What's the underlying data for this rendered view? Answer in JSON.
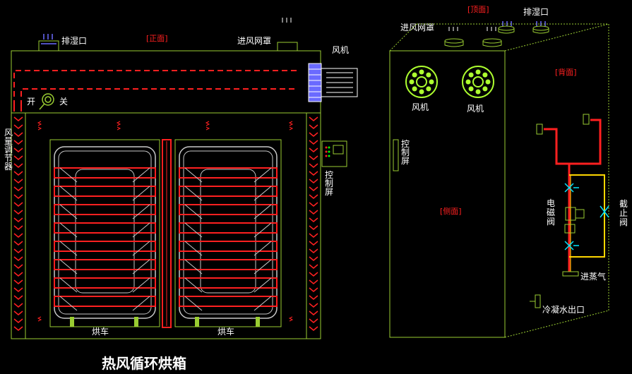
{
  "front": {
    "view_label": "[正面]",
    "exhaust_label": "排湿口",
    "intake_label": "进风网罩",
    "fan_label": "风机",
    "switch_on": "开",
    "switch_off": "关",
    "damper_label": "风量调节器",
    "panel_label": "控制屏",
    "cart_left": "烘车",
    "cart_right": "烘车"
  },
  "side": {
    "top_view_label": "[顶面]",
    "exhaust_label": "排湿口",
    "intake_label": "进风网罩",
    "fan_left": "风机",
    "fan_right": "风机",
    "panel_label": "控制屏",
    "back_label": "[背面]",
    "side_label": "[侧面]",
    "solenoid_label": "电磁阀",
    "stop_valve_label": "截止阀",
    "steam_in_label": "进蒸气",
    "condensate_label": "冷凝水出口"
  },
  "title": "热风循环烘箱",
  "colors": {
    "frame": "#9acd32",
    "heat": "#ff2020",
    "rack": "#c8c8c8",
    "pipe_steam": "#ffd700",
    "valve": "#00e5ff"
  }
}
